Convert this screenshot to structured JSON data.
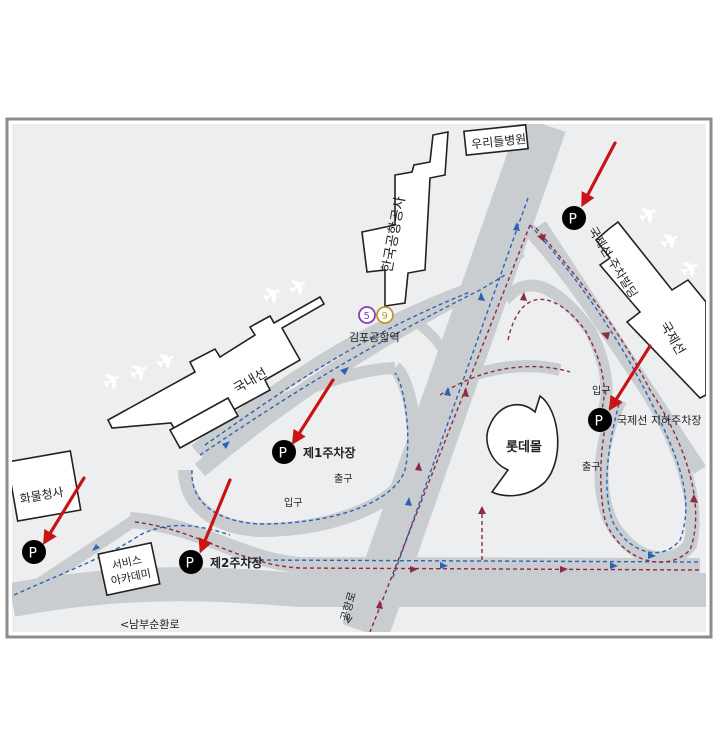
{
  "labels": {
    "domestic_terminal": "국내선",
    "international_terminal": "국제선",
    "korea_airports_corp": "한국공항공사",
    "woorideul_hospital": "우리들병원",
    "gimpo_station": "김포공항역",
    "line5": "5",
    "line9": "9",
    "lotte_mall": "롯데몰",
    "cargo_office": "화물청사",
    "service_academy_line1": "서비스",
    "service_academy_line2": "아카데미",
    "intl_parking_building": "국제선 주차빌딩",
    "parking_1": "제1주차장",
    "parking_2": "제2주차장",
    "intl_underground_parking": "국제선 지하주차장",
    "entrance_p1_area": "입구",
    "exit_p1_area": "출구",
    "entrance_intl": "입구",
    "exit_intl": "출구",
    "road_airport": "공항로",
    "road_nambusunhwan": "남부순환로",
    "parking_symbol": "P"
  },
  "colors": {
    "road": "#c9cdd0",
    "background": "#edeef0",
    "route_blue": "#2d63b3",
    "route_red": "#8e2a45",
    "arrow_red": "#c81414",
    "metro_line5": "#8a3fb0",
    "metro_line9": "#b99a2e",
    "parking_marker": "#000000"
  },
  "icons": [
    "airplane-icon",
    "parking-icon",
    "arrow-icon"
  ]
}
